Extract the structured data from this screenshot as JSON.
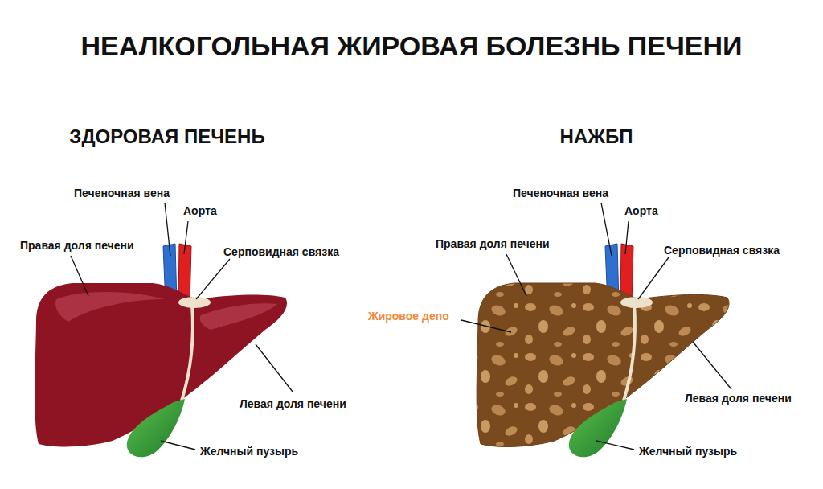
{
  "diagram": {
    "title": "НЕАЛКОГОЛЬНАЯ ЖИРОВАЯ БОЛЕЗНЬ ПЕЧЕНИ",
    "labels": [
      "ЗДОРОВАЯ ПЕЧЕНЬ",
      "НАЖБП",
      "Печеночная вена",
      "Аорта",
      "Правая доля печени",
      "Серповидная связка",
      "Левая доля печени",
      "Желчный пузырь",
      "Печеночная вена",
      "Аорта",
      "Правая доля печени",
      "Серповидная связка",
      "Жировое депо",
      "Левая доля печени",
      "Желчный пузырь"
    ]
  }
}
